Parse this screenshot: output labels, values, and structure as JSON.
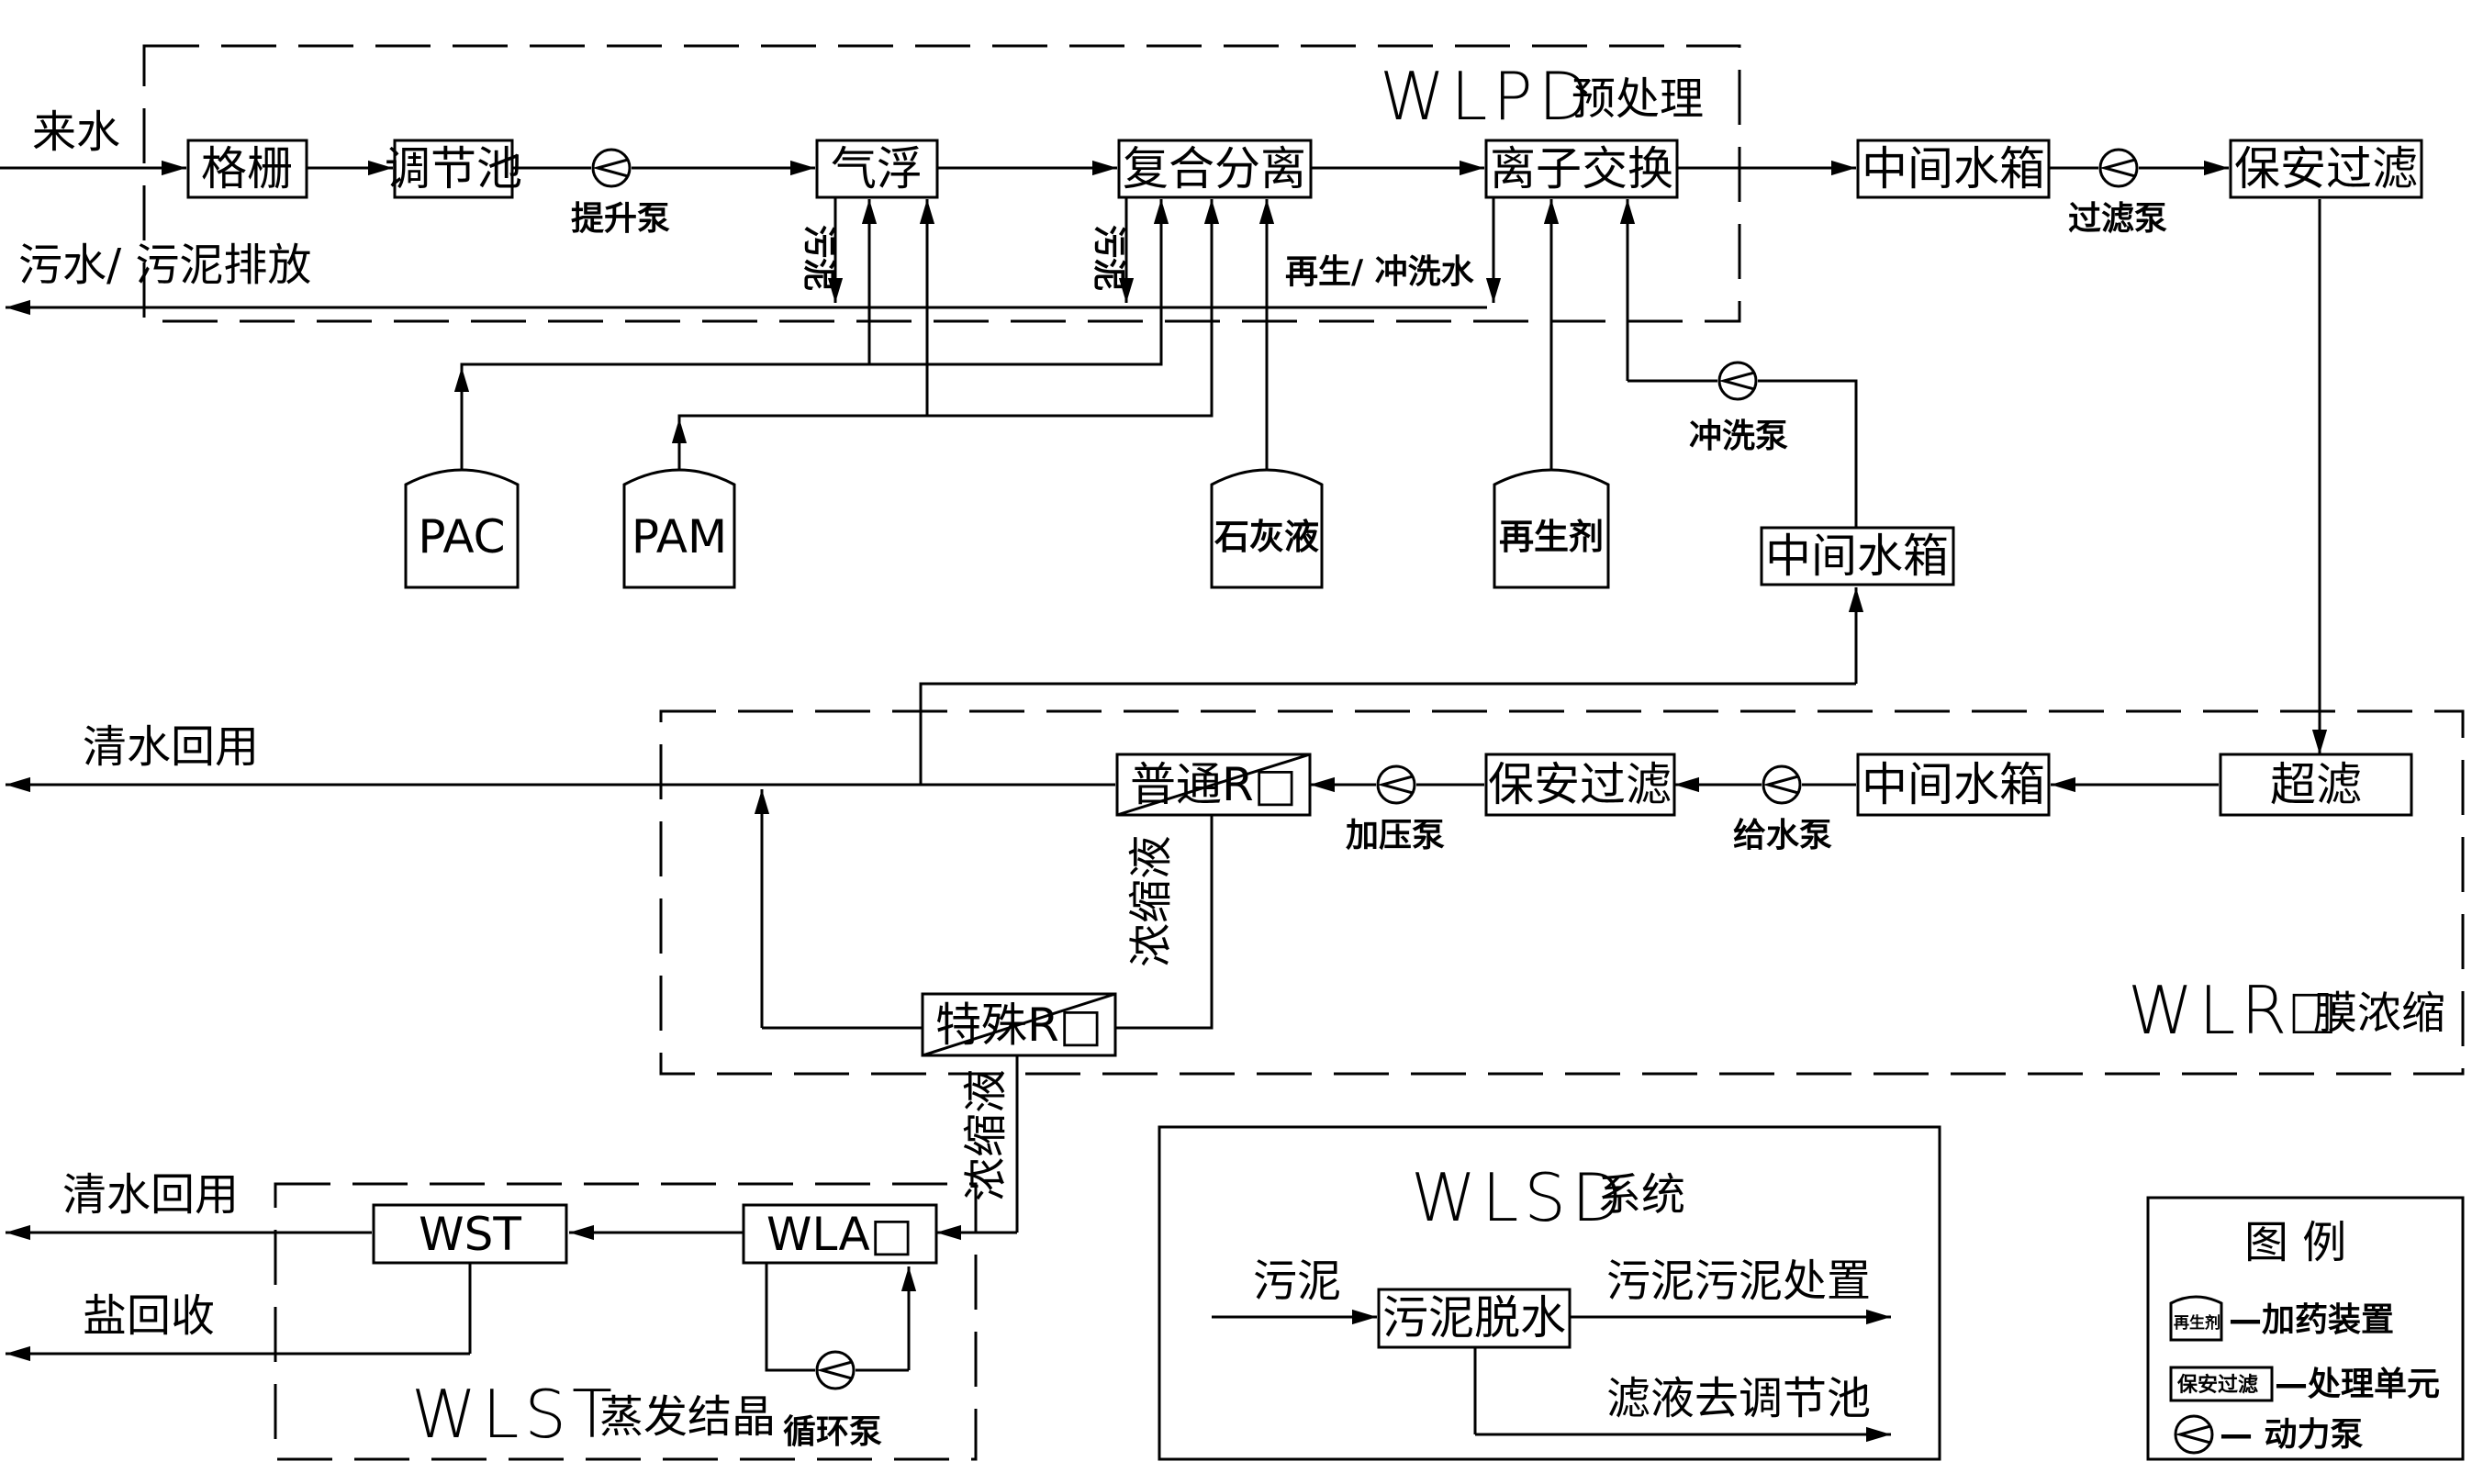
{
  "sections": {
    "wlpd": {
      "code": "WLPD",
      "name": "预处理"
    },
    "wlro": {
      "code": "WLR□",
      "name": "膜浓缩"
    },
    "wlst": {
      "code": "WLST",
      "name": "蒸发结晶"
    },
    "wlsd": {
      "code": "WLSD",
      "name": "系统"
    }
  },
  "units": {
    "grille": "格栅",
    "equalization_tank": "调节池",
    "air_flotation": "气浮",
    "composite_separation": "复合分离",
    "ion_exchange": "离子交换",
    "mid_tank_1": "中间水箱",
    "security_filter_1": "保安过滤",
    "mid_tank_2": "中间水箱",
    "ultrafiltration": "超滤",
    "mid_tank_3": "中间水箱",
    "security_filter_2": "保安过滤",
    "normal_ro": "普通R□",
    "special_ro": "特殊R□",
    "wla": "WLA□",
    "wst": "WST",
    "sludge_dewatering": "污泥脱水"
  },
  "dosing": {
    "pac": "PAC",
    "pam": "PAM",
    "lime": "石灰液",
    "regenerant": "再生剂"
  },
  "pumps": {
    "lift": "提升泵",
    "filter": "过滤泵",
    "flush": "冲洗泵",
    "pressure": "加压泵",
    "feed": "给水泵",
    "circulation": "循环泵"
  },
  "flows": {
    "inflow": "来水",
    "discharge": "污水/ 污泥排放",
    "sludge_1": "污泥",
    "sludge_2": "污泥",
    "regen_flush": "再生/ 冲洗水",
    "clear_reuse_1": "清水回用",
    "concentrate_1": "浓缩液",
    "concentrate_2": "浓缩液",
    "clear_reuse_2": "清水回用",
    "salt_recovery": "盐回收",
    "sludge_in": "污泥",
    "sludge_disposal": "污泥污泥处置",
    "filtrate_return": "滤液去调节池"
  },
  "legend": {
    "title": "图  例",
    "dosing_sample": "再生剂",
    "dosing_label": "—加药装置",
    "unit_sample": "保安过滤",
    "unit_label": "—处理单元",
    "pump_label": "—  动力泵"
  }
}
